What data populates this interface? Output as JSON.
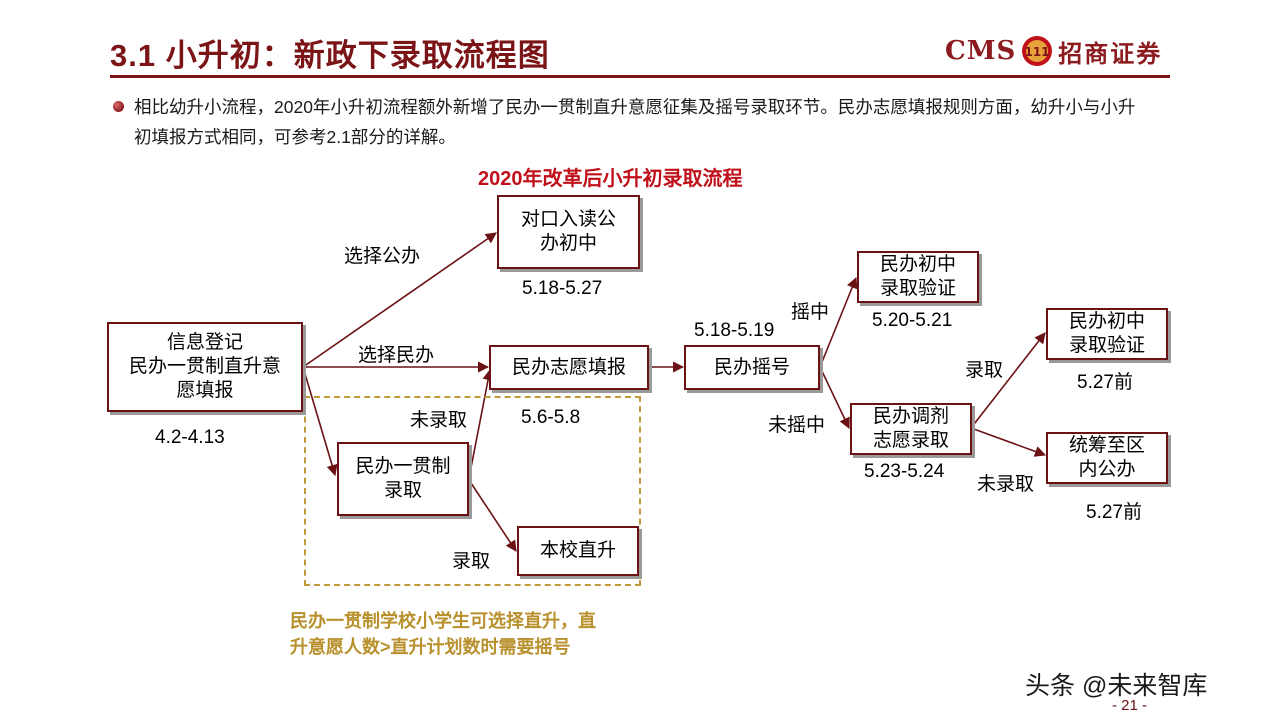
{
  "header": {
    "title": "3.1  小升初：新政下录取流程图",
    "logo_text": "CMS",
    "logo_badge": "111",
    "logo_brand": "招商证券"
  },
  "bullet": {
    "text": "相比幼升小流程，2020年小升初流程额外新增了民办一贯制直升意愿征集及摇号录取环节。民办志愿填报规则方面，幼升小与小升初填报方式相同，可参考2.1部分的详解。"
  },
  "diagram": {
    "title": "2020年改革后小升初录取流程",
    "nodes": {
      "registration": "信息登记\n民办一贯制直升意\n愿填报",
      "public_school": "对口入读公\n办初中",
      "private_apply": "民办志愿填报",
      "lottery": "民办摇号",
      "private_verify": "民办初中\n录取验证",
      "adjust": "民办调剂\n志愿录取",
      "private_verify2": "民办初中\n录取验证",
      "district_public": "统筹至区\n内公办",
      "continuous": "民办一贯制\n录取",
      "direct": "本校直升"
    },
    "dates": {
      "registration": "4.2-4.13",
      "public_school": "5.18-5.27",
      "private_apply": "5.6-5.8",
      "lottery": "5.18-5.19",
      "private_verify": "5.20-5.21",
      "adjust": "5.23-5.24",
      "private_verify2": "5.27前",
      "district_public": "5.27前"
    },
    "edges": {
      "choose_public": "选择公办",
      "choose_private": "选择民办",
      "not_admitted": "未录取",
      "admitted": "录取",
      "won": "摇中",
      "not_won": "未摇中",
      "admitted2": "录取",
      "not_admitted2": "未录取"
    },
    "note": "民办一贯制学校小学生可选择直升，直\n升意愿人数>直升计划数时需要摇号"
  },
  "footer": {
    "watermark": "头条 @未来智库",
    "page_number": "- 21 -"
  },
  "colors": {
    "brand": "#7b1416",
    "accent_red": "#c0101a",
    "note_gold": "#b8902c",
    "arrow": "#6b1215"
  }
}
